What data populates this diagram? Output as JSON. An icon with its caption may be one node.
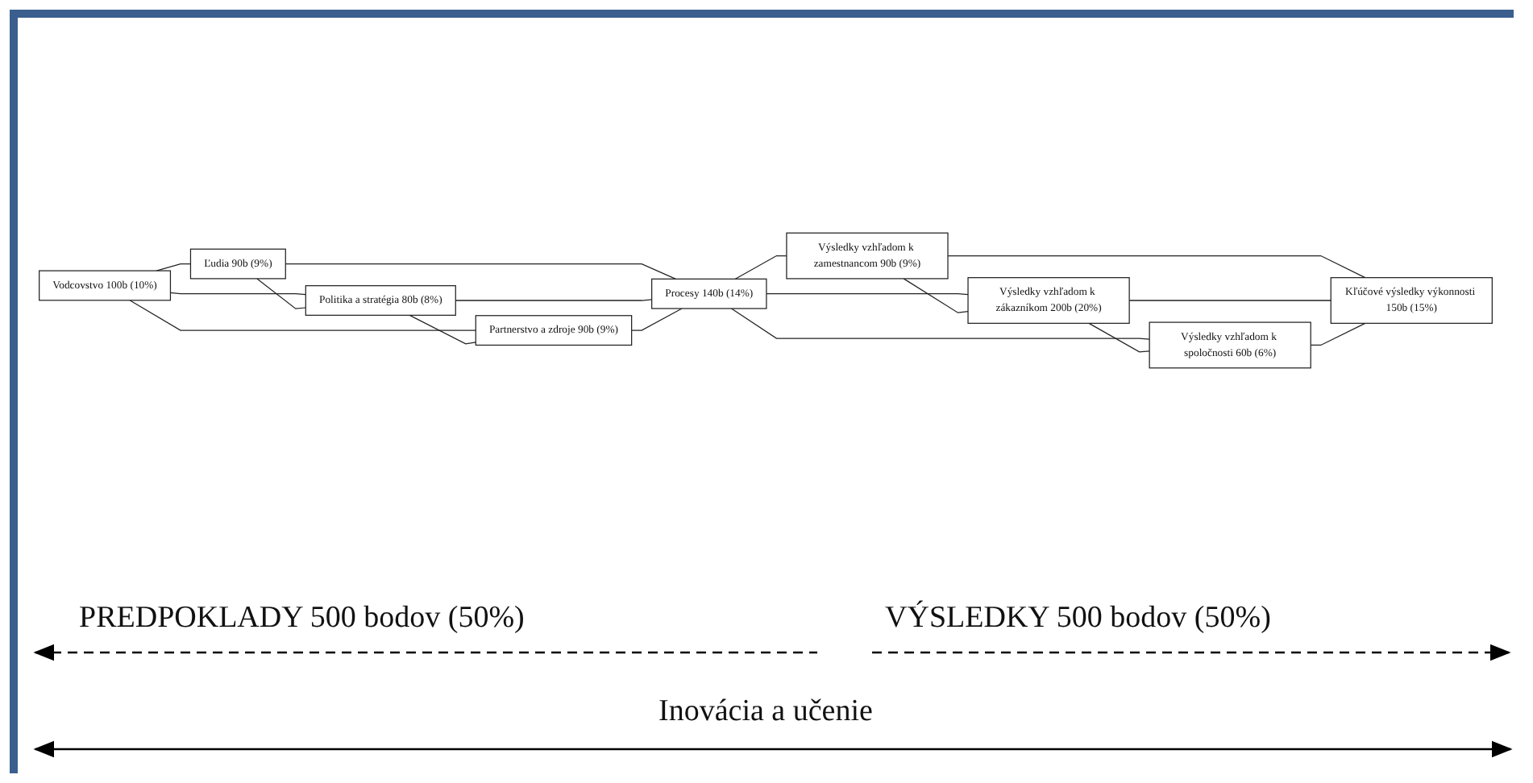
{
  "diagram": {
    "nodes": [
      {
        "text": [
          "Vodcovstvo 100b (10%)"
        ]
      },
      {
        "text": [
          "Ľudia 90b (9%)"
        ]
      },
      {
        "text": [
          "Politika a stratégia 80b (8%)"
        ]
      },
      {
        "text": [
          "Partnerstvo a zdroje 90b (9%)"
        ]
      },
      {
        "text": [
          "Procesy 140b (14%)"
        ]
      },
      {
        "text": [
          "Výsledky vzhľadom k zamestnancom 90b (9%)"
        ]
      },
      {
        "text": [
          "Výsledky vzhľadom k zákazníkom 200b (20%)"
        ]
      },
      {
        "text": [
          "Výsledky vzhľadom k spoločnosti 60b (6%)"
        ]
      },
      {
        "text": [
          "Kľúčové výsledky výkonnosti 150b (15%)"
        ]
      }
    ],
    "edges": [
      {
        "from": 0,
        "to": 1,
        "arrow": "none"
      },
      {
        "from": 0,
        "to": 2,
        "arrow": "none"
      },
      {
        "from": 0,
        "to": 3,
        "arrow": "none"
      },
      {
        "from": 1,
        "to": 2,
        "arrow": "none"
      },
      {
        "from": 2,
        "to": 3,
        "arrow": "none"
      },
      {
        "from": 1,
        "to": 4,
        "arrow": "none"
      },
      {
        "from": 2,
        "to": 4,
        "arrow": "none"
      },
      {
        "from": 3,
        "to": 4,
        "arrow": "none"
      },
      {
        "from": 4,
        "to": 5,
        "arrow": "none"
      },
      {
        "from": 4,
        "to": 6,
        "arrow": "none"
      },
      {
        "from": 4,
        "to": 7,
        "arrow": "none"
      },
      {
        "from": 5,
        "to": 6,
        "arrow": "none"
      },
      {
        "from": 6,
        "to": 7,
        "arrow": "none"
      },
      {
        "from": 5,
        "to": 8,
        "arrow": "none"
      },
      {
        "from": 6,
        "to": 8,
        "arrow": "none"
      },
      {
        "from": 7,
        "to": 8,
        "arrow": "none"
      }
    ],
    "labels": [
      "PREDPOKLADY 500 bodov (50%)",
      "VÝSLEDKY 500 bodov (50%)",
      "Inovácia a učenie"
    ]
  }
}
